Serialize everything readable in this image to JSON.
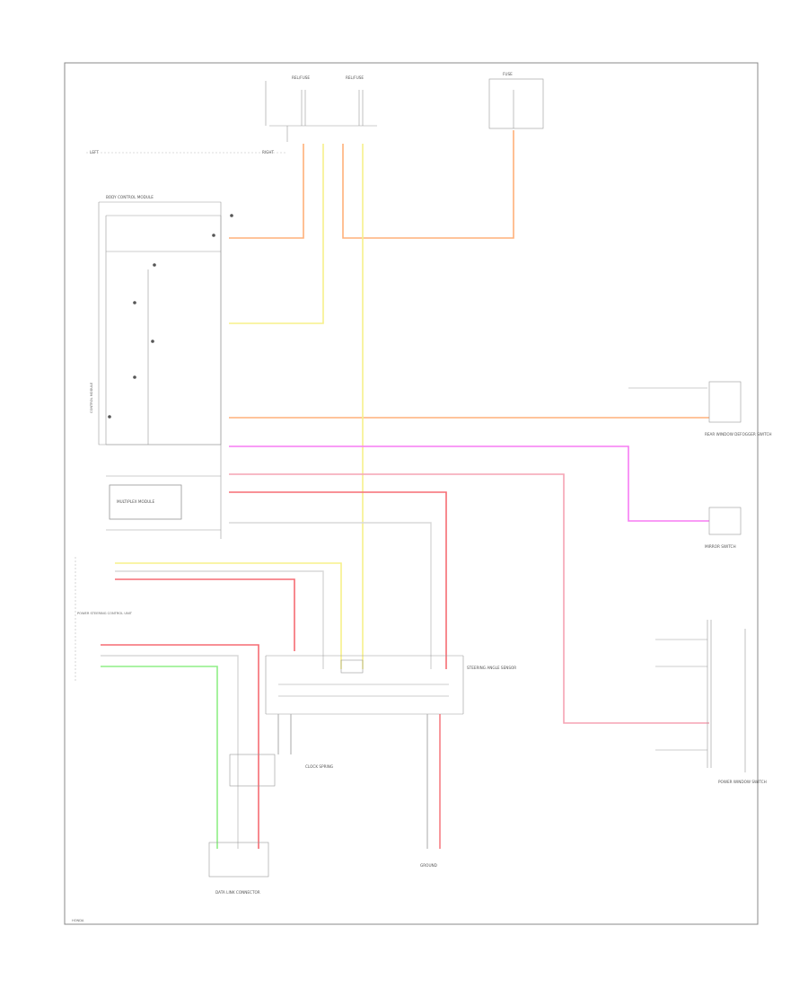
{
  "colors": {
    "orange": "#ffb07a",
    "yellow": "#f7f08a",
    "magenta": "#f77cf4",
    "pink": "#f5a3b4",
    "red": "#f56c73",
    "green": "#8fef86",
    "white_wire": "#d8d8d8",
    "frame": "#888888",
    "lines": "#9a9a9a"
  },
  "labels": {
    "fuse_block_1": "REL/FUSE",
    "fuse_block_2": "REL/FUSE",
    "fuse_block_3": "FUSE",
    "left_note": "LEFT",
    "right_note": "RIGHT",
    "module_main": "BODY CONTROL MODULE",
    "module_box_note": "MULTIPLEX MODULE",
    "module_side_text": "CONTROL MODULE",
    "cable_main": "STEERING ANGLE SENSOR",
    "cable_sub": "CLOCK SPRING",
    "sw_top": "REAR WINDOW DEFOGGER SWITCH",
    "sw_mid": "MIRROR SWITCH",
    "sw_right": "POWER WINDOW SWITCH",
    "left_group": "POWER STEERING CONTROL UNIT",
    "bottom_left": "DATA LINK CONNECTOR",
    "bottom_mid": "GROUND",
    "footer": "HONDA"
  }
}
